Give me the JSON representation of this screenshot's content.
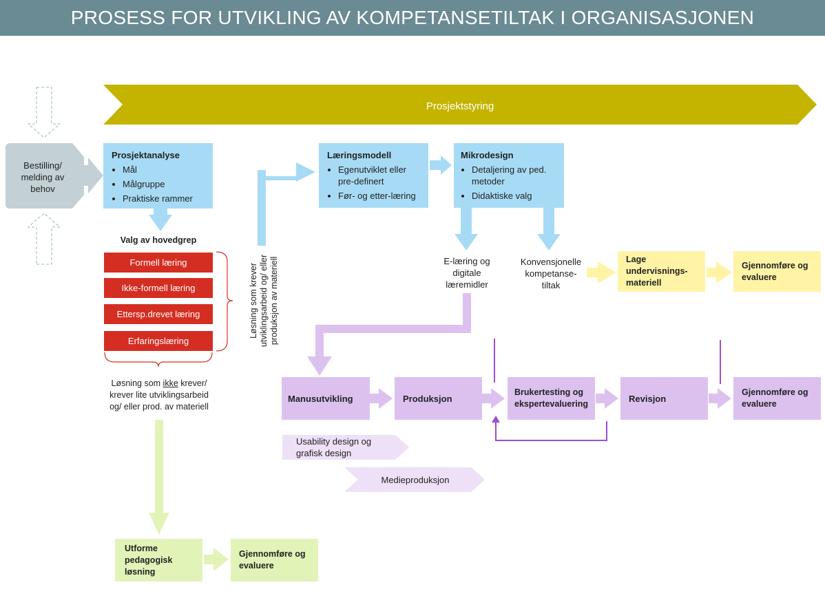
{
  "header": {
    "title": "PROSESS FOR UTVIKLING AV KOMPETANSETILTAK I ORGANISASJONEN"
  },
  "banner": {
    "label": "Prosjektstyring"
  },
  "order": {
    "label": "Bestilling/ melding av behov"
  },
  "project_analysis": {
    "title": "Prosjektanalyse",
    "items": [
      "Mål",
      "Målgruppe",
      "Praktiske rammer"
    ]
  },
  "main_grip": {
    "heading": "Valg av hovedgrep",
    "items": [
      "Formell læring",
      "Ikke-formell læring",
      "Ettersp.drevet læring",
      "Erfaringslæring"
    ]
  },
  "solution_no_dev": {
    "line1_a": "Løsning som ",
    "line1_u": "ikke",
    "line1_b": " krever/",
    "line2": "krever lite utviklingsarbeid",
    "line3": "og/ eller prod. av materiell"
  },
  "solution_dev": {
    "line1": "Løsning som krever",
    "line2": "utviklingsarbeid og/ eller",
    "line3": "produksjon av materiell"
  },
  "learning_model": {
    "title": "Læringsmodell",
    "items": [
      "Egenutviklet eller pre-definert",
      "Før- og etter-læring"
    ]
  },
  "micro_design": {
    "title": "Mikrodesign",
    "items": [
      "Detaljering av ped. metoder",
      "Didaktiske valg"
    ]
  },
  "elearning": {
    "label": "E-læring og digitale læremidler"
  },
  "conventional": {
    "label": "Konvensjonelle kompetanse-tiltak"
  },
  "yellow_flow": {
    "create": "Lage undervisnings-materiell",
    "execute": "Gjennomføre og evaluere"
  },
  "purple_flow": {
    "steps": [
      "Manusutvikling",
      "Produksjon",
      "Brukertesting og ekspertevaluering",
      "Revisjon",
      "Gjennomføre og evaluere"
    ],
    "usability": "Usability design og grafisk design",
    "media": "Medieproduksjon"
  },
  "green_flow": {
    "design": "Utforme pedagogisk løsning",
    "execute": "Gjennomføre og evaluere"
  },
  "colors": {
    "header": "#6a8a94",
    "banner": "#c4b400",
    "blue": "#a7dbf5",
    "purple": "#dcc1ef",
    "red": "#d42e22",
    "yellow": "#fff4a6",
    "green": "#e2f3b8",
    "grey": "#c3d0d5"
  }
}
